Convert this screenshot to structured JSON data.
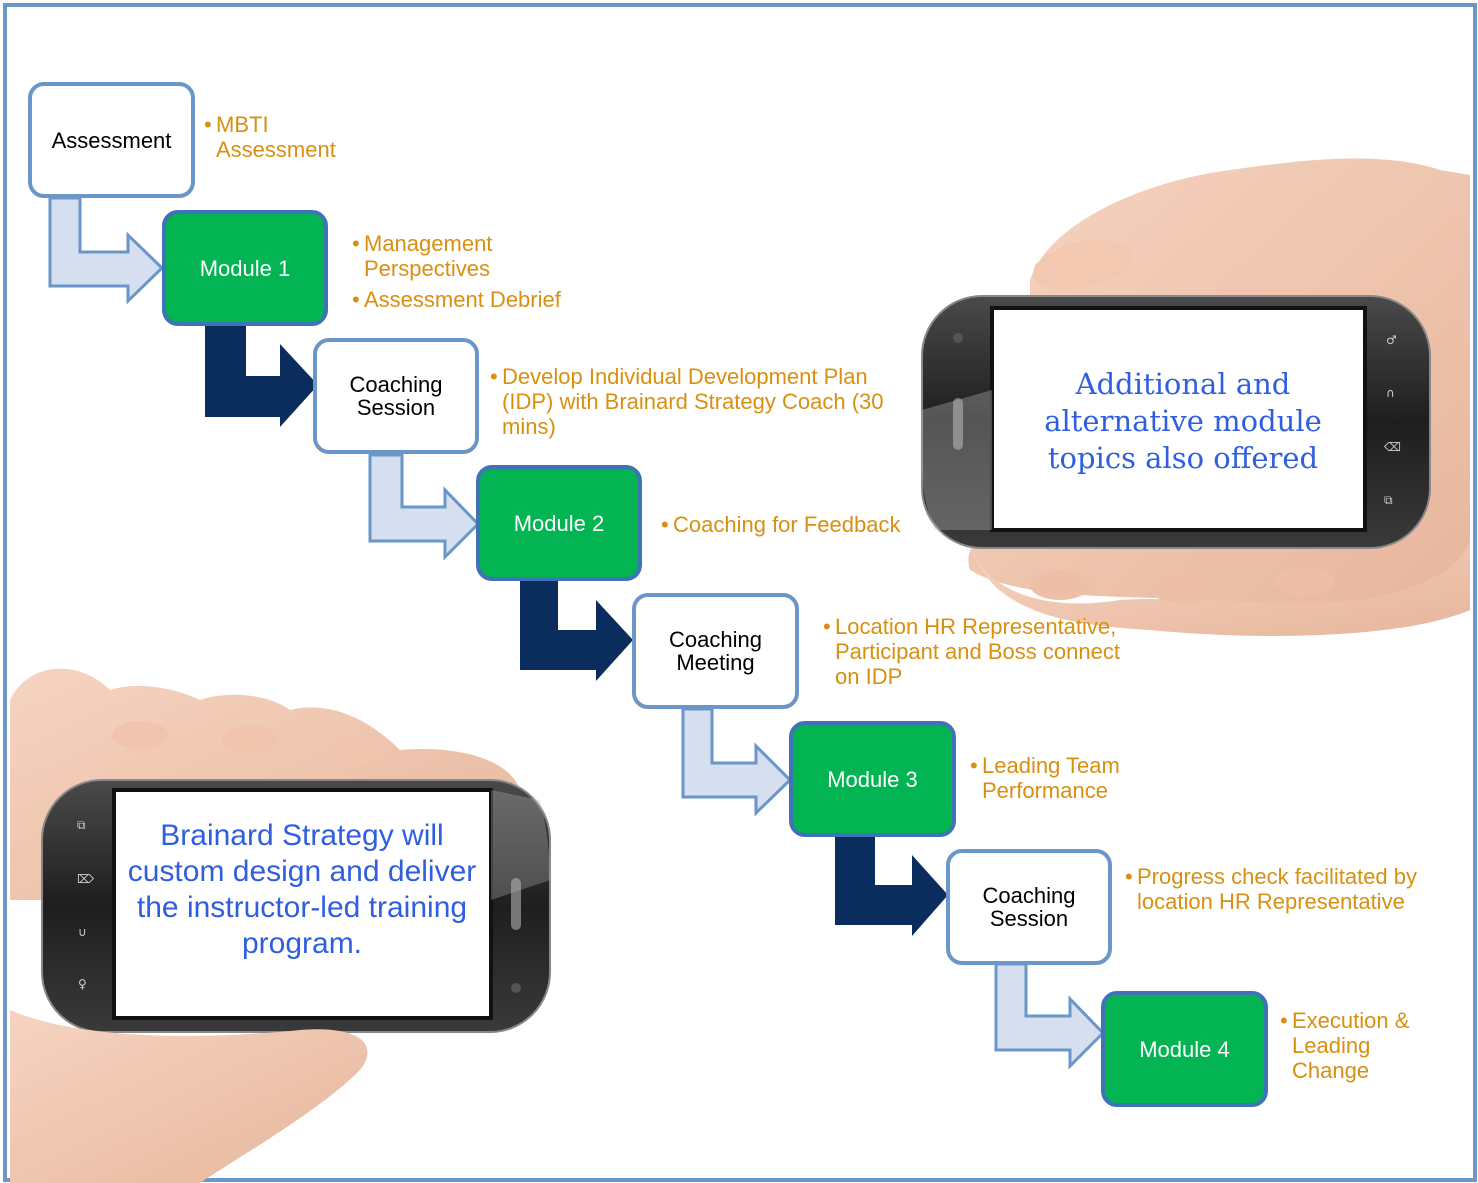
{
  "steps": [
    {
      "label": "Assessment",
      "bullets": [
        "MBTI Assessment"
      ]
    },
    {
      "label": "Module 1",
      "bullets": [
        "Management Perspectives",
        "Assessment Debrief"
      ]
    },
    {
      "label": "Coaching Session",
      "bullets": [
        "Develop Individual Development Plan (IDP) with Brainard Strategy Coach (30 mins)"
      ]
    },
    {
      "label": "Module 2",
      "bullets": [
        "Coaching for Feedback"
      ]
    },
    {
      "label": "Coaching Meeting",
      "bullets": [
        "Location HR Representative, Participant and Boss connect on IDP"
      ]
    },
    {
      "label": "Module 3",
      "bullets": [
        "Leading Team Performance"
      ]
    },
    {
      "label": "Coaching Session",
      "bullets": [
        "Progress check facilitated by location HR Representative"
      ]
    },
    {
      "label": "Module 4",
      "bullets": [
        "Execution & Leading Change"
      ]
    }
  ],
  "bullet_symbol": "•",
  "phone_right_text": "Additional and alternative module topics also offered",
  "phone_left_text": "Brainard Strategy will custom design and deliver the instructor-led training program.",
  "colors": {
    "frame": "#6a96c8",
    "green": "#03b453",
    "bullet_text": "#d98f10",
    "phone_text": "#2f5fe0",
    "dark_arrow": "#0a2d5e",
    "light_arrow": "#d6dff0"
  }
}
